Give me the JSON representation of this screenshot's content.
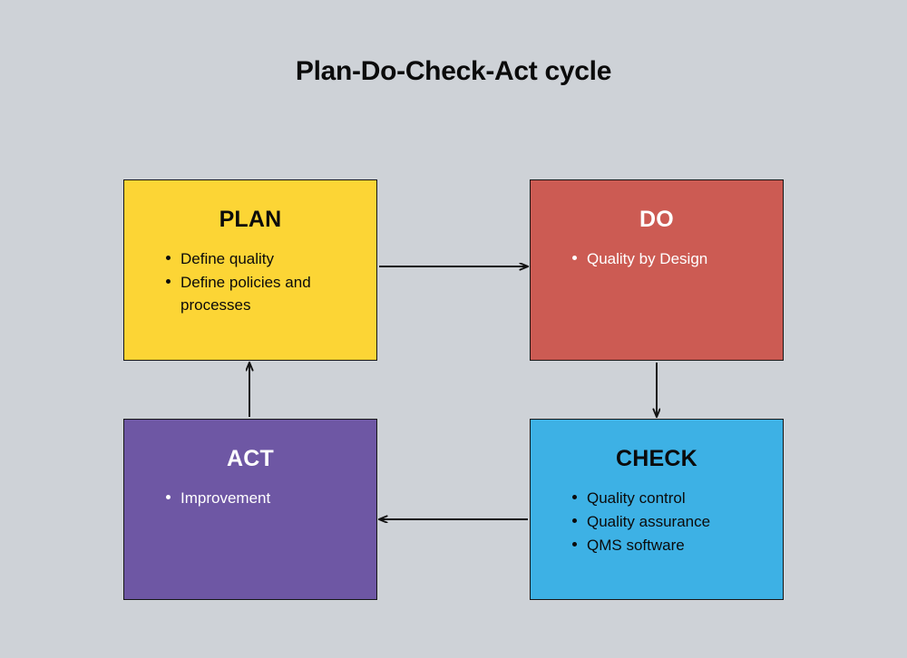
{
  "diagram": {
    "title": "Plan-Do-Check-Act cycle",
    "background_color": "#ced2d7",
    "nodes": [
      {
        "id": "plan",
        "title": "PLAN",
        "fill": "#fcd535",
        "text_color": "#0b0b0b",
        "items": [
          "Define quality",
          "Define policies and processes"
        ]
      },
      {
        "id": "do",
        "title": "DO",
        "fill": "#cc5b53",
        "text_color": "#ffffff",
        "items": [
          "Quality by Design"
        ]
      },
      {
        "id": "check",
        "title": "CHECK",
        "fill": "#3db1e5",
        "text_color": "#0b0b0b",
        "items": [
          "Quality control",
          "Quality assurance",
          "QMS software"
        ]
      },
      {
        "id": "act",
        "title": "ACT",
        "fill": "#6e57a4",
        "text_color": "#ffffff",
        "items": [
          "Improvement"
        ]
      }
    ],
    "arrows": [
      {
        "id": "plan-to-do",
        "from": "plan",
        "to": "do",
        "direction": "right"
      },
      {
        "id": "do-to-check",
        "from": "do",
        "to": "check",
        "direction": "down"
      },
      {
        "id": "check-to-act",
        "from": "check",
        "to": "act",
        "direction": "left"
      },
      {
        "id": "act-to-plan",
        "from": "act",
        "to": "plan",
        "direction": "up"
      }
    ],
    "arrow_color": "#111111"
  }
}
